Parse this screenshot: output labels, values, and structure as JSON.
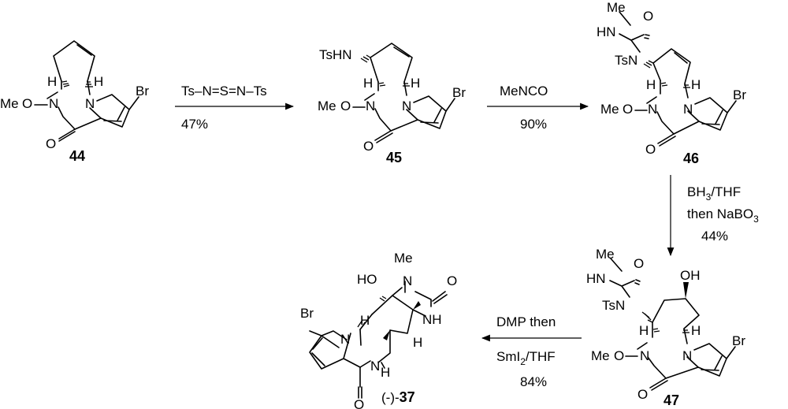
{
  "compounds": {
    "c44": {
      "number": "44",
      "atoms": {
        "hl": "H",
        "hr": "H",
        "n_amide": "N",
        "n_pyrrole": "N",
        "o_meo": "O",
        "meo_me": "Me",
        "carbonyl_o": "O",
        "br": "Br"
      }
    },
    "c45": {
      "number": "45",
      "atoms": {
        "tshn": "TsHN",
        "hl": "H",
        "hr": "H",
        "n_amide": "N",
        "n_pyrrole": "N",
        "o_meo": "O",
        "meo_me": "Me",
        "carbonyl_o": "O",
        "br": "Br"
      }
    },
    "c46": {
      "number": "46",
      "atoms": {
        "me": "Me",
        "hn": "HN",
        "urea_o": "O",
        "tsn": "TsN",
        "hl": "H",
        "hr": "H",
        "n_amide": "N",
        "n_pyrrole": "N",
        "o_meo": "O",
        "meo_me": "Me",
        "carbonyl_o": "O",
        "br": "Br"
      }
    },
    "c47": {
      "number": "47",
      "atoms": {
        "me": "Me",
        "hn": "HN",
        "urea_o": "O",
        "tsn": "TsN",
        "oh": "OH",
        "hl": "H",
        "hr": "H",
        "n_amide": "N",
        "n_pyrrole": "N",
        "o_meo": "O",
        "meo_me": "Me",
        "carbonyl_o": "O",
        "br": "Br"
      }
    },
    "c37": {
      "prefix": "(-)-",
      "number": "37",
      "atoms": {
        "ho": "HO",
        "me": "Me",
        "n_me": "N",
        "urea_o": "O",
        "nh_urea": "NH",
        "h_ring": "H",
        "h_top": "H",
        "n_pyrrole": "N",
        "nh_amide": "N",
        "h_amide": "H",
        "carbonyl_o": "O",
        "br": "Br"
      }
    }
  },
  "reactions": {
    "r1": {
      "reagent": "Ts–N=S=N–Ts",
      "yield": "47%"
    },
    "r2": {
      "reagent": "MeNCO",
      "yield": "90%"
    },
    "r3": {
      "reagent_main": "BH",
      "reagent_sub": "3",
      "reagent_rest": "/THF",
      "reagent2_main": "then NaBO",
      "reagent2_sub": "3",
      "yield": "44%"
    },
    "r4": {
      "reagent": "DMP then",
      "reagent2_main": "SmI",
      "reagent2_sub": "2",
      "reagent2_rest": "/THF",
      "yield": "84%"
    }
  }
}
